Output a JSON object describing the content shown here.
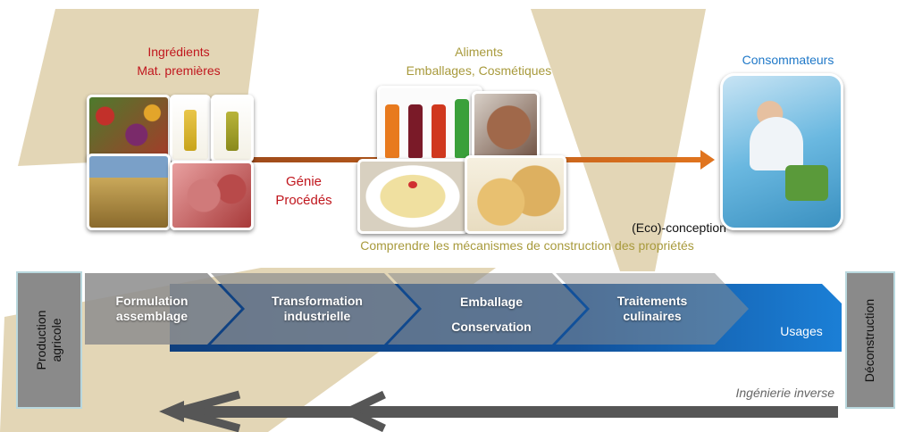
{
  "top_labels": {
    "ingredients": [
      "Ingrédients",
      "Mat. premières"
    ],
    "foods": [
      "Aliments",
      "Emballages, Cosmétiques"
    ],
    "consumers": "Consommateurs",
    "process": [
      "Génie",
      "Procédés"
    ],
    "eco": "(Eco)-conception",
    "understand": "Comprendre les mécanismes de construction des propriétés"
  },
  "chain": {
    "start": "Production agricole",
    "end": "Déconstruction",
    "steps": [
      [
        "Formulation",
        "assemblage"
      ],
      [
        "Transformation",
        "industrielle"
      ],
      [
        "Emballage",
        "Conservation"
      ],
      [
        "Traitements",
        "culinaires"
      ]
    ],
    "final": "Usages"
  },
  "reverse": "Ingénierie inverse",
  "colors": {
    "beige": "#e3d6b6",
    "red": "#c0161d",
    "olive": "#a89a3c",
    "blue": "#1f78c8",
    "process_arrow": "#c8601c"
  }
}
